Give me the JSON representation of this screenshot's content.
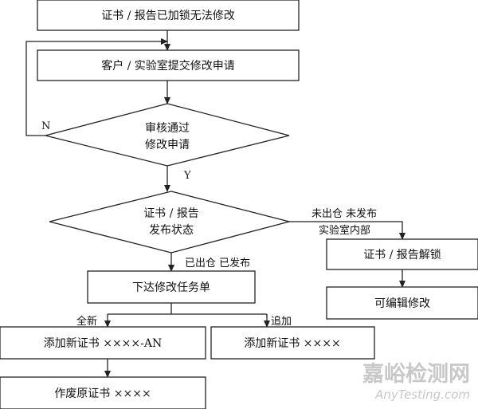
{
  "nodes": {
    "locked": {
      "text": "证书 / 报告已加锁无法修改"
    },
    "submit": {
      "text": "客户 / 实验室提交修改申请"
    },
    "review": {
      "lines": [
        "审核通过",
        "修改申请"
      ]
    },
    "status": {
      "lines": [
        "证书 / 报告",
        "发布状态"
      ]
    },
    "unlock": {
      "text": "证书 / 报告解锁"
    },
    "editable": {
      "text": "可编辑修改"
    },
    "task": {
      "text": "下达修改任务单"
    },
    "new_cert_an": {
      "text": "添加新证书 ××××-AN"
    },
    "new_cert": {
      "text": "添加新证书 ××××"
    },
    "void_original": {
      "text": "作废原证书 ××××"
    }
  },
  "edges": {
    "no": "N",
    "yes": "Y",
    "unissued": "未出仓 未发布",
    "internal": "实验室内部",
    "issued": "已出仓 已发布",
    "brand_new": "全新",
    "append": "追加"
  },
  "watermark": {
    "cn": "嘉峪检测网",
    "en": "AnyTesting.com"
  },
  "colors": {
    "line": "#222222",
    "box_fill": "#ffffff",
    "watermark": "#c8c8c8"
  }
}
